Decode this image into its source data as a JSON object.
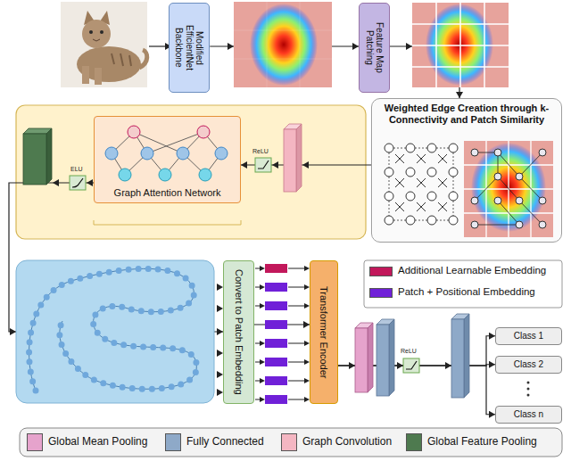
{
  "diagram": {
    "nodes": [
      {
        "text": [
          "Modified EfficientNet Backbone"
        ]
      },
      {
        "text": [
          "Feature Map Patching"
        ]
      },
      {
        "text": [
          "Weighted Edge Creation through k-Connectivity and Patch Similarity"
        ]
      },
      {
        "text": [
          "Graph Attention Network"
        ]
      },
      {
        "text": [
          "Convert to Patch Embedding"
        ]
      },
      {
        "text": [
          "Transformer Encoder"
        ]
      },
      {
        "text": [
          "Class 1"
        ]
      },
      {
        "text": [
          "Class 2"
        ]
      },
      {
        "text": [
          "Class n"
        ]
      }
    ],
    "edges": [
      {
        "from": 0,
        "to": 1,
        "arrow": "to"
      },
      {
        "from": 1,
        "to": 2,
        "arrow": "to"
      },
      {
        "from": 2,
        "to": 3,
        "arrow": "to"
      },
      {
        "from": 3,
        "to": 4,
        "arrow": "to"
      },
      {
        "from": 4,
        "to": 5,
        "arrow": "to"
      },
      {
        "from": 5,
        "to": 6,
        "arrow": "to"
      },
      {
        "from": 5,
        "to": 7,
        "arrow": "to"
      },
      {
        "from": 5,
        "to": 8,
        "arrow": "to"
      }
    ],
    "labels": [
      "ReLU",
      "ELU",
      "ReLU"
    ],
    "legend": [
      {
        "text": "Additional Learnable Embedding",
        "color": "#c2185b"
      },
      {
        "text": "Patch + Positional Embedding",
        "color": "#7020d8"
      },
      {
        "text": "Global Mean Pooling",
        "color": "#e6a3cc"
      },
      {
        "text": "Fully Connected",
        "color": "#8ea9c8"
      },
      {
        "text": "Graph Convolution",
        "color": "#f4b6c2"
      },
      {
        "text": "Global Feature Pooling",
        "color": "#4e7a4f"
      }
    ]
  }
}
